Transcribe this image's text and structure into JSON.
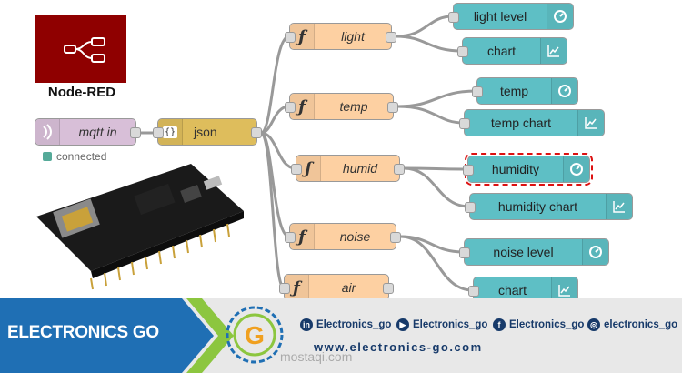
{
  "logo": {
    "title": "Node-RED"
  },
  "nodes": {
    "mqtt_in": {
      "label": "mqtt in",
      "status": "connected"
    },
    "json": {
      "label": "json",
      "icon": "{}"
    },
    "functions": [
      {
        "label": "light"
      },
      {
        "label": "temp"
      },
      {
        "label": "humid"
      },
      {
        "label": "noise"
      },
      {
        "label": "air"
      }
    ],
    "dashboard": [
      {
        "label": "light level",
        "icon": "gauge-icon"
      },
      {
        "label": "chart",
        "icon": "chart-icon"
      },
      {
        "label": "temp",
        "icon": "gauge-icon"
      },
      {
        "label": "temp chart",
        "icon": "chart-icon"
      },
      {
        "label": "humidity",
        "icon": "gauge-icon"
      },
      {
        "label": "humidity chart",
        "icon": "chart-icon"
      },
      {
        "label": "noise level",
        "icon": "gauge-icon"
      },
      {
        "label": "chart",
        "icon": "chart-icon"
      }
    ]
  },
  "banner": {
    "brand": "ELECTRONICS GO",
    "logo_letter": "G",
    "socials": [
      {
        "icon": "in",
        "label": "Electronics_go"
      },
      {
        "icon": "▶",
        "label": "Electronics_go"
      },
      {
        "icon": "f",
        "label": "Electronics_go"
      },
      {
        "icon": "◎",
        "label": "electronics_go"
      }
    ],
    "website": "www.electronics-go.com",
    "watermark": "mostaqi.com"
  },
  "colors": {
    "function": "#fdd0a2",
    "dashboard": "#5ebfc5",
    "json": "#debd5c",
    "mqtt": "#d8bfd8",
    "brand_blue": "#1f6fb4",
    "logo_red": "#8f0000"
  }
}
